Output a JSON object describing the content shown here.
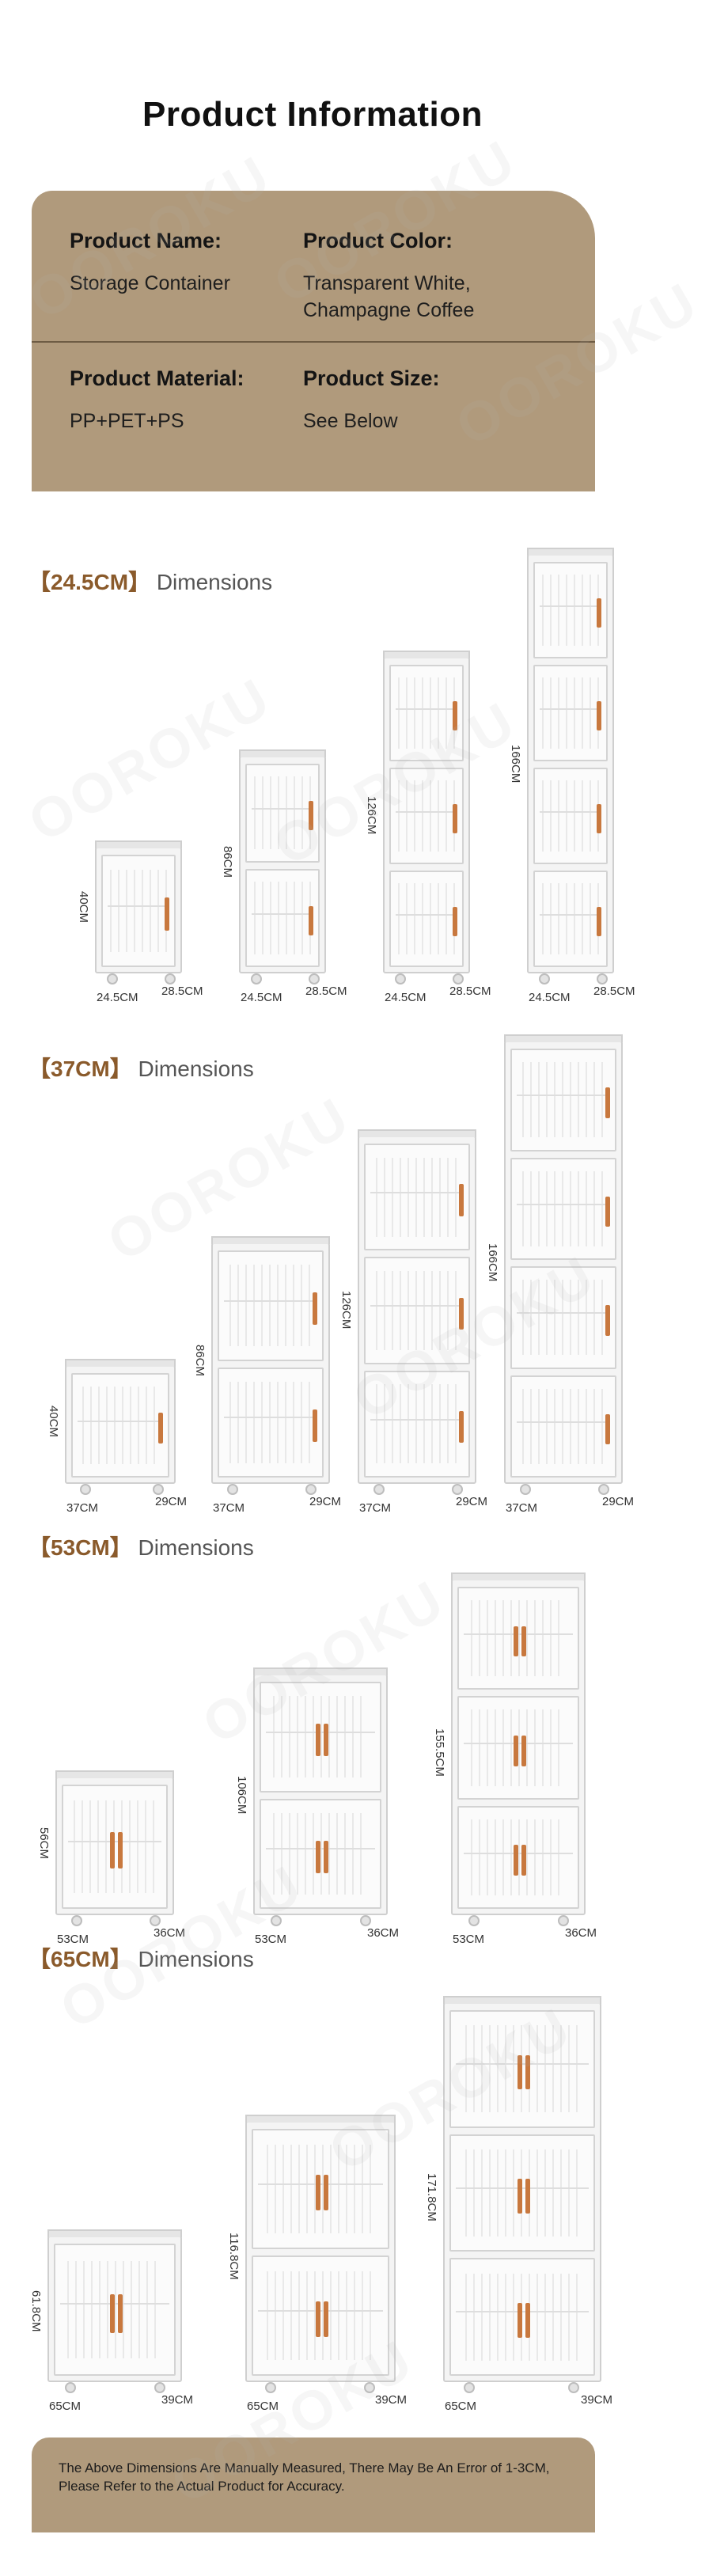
{
  "page_title": "Product Information",
  "info": {
    "name_label": "Product Name:",
    "name_value": "Storage Container",
    "color_label": "Product Color:",
    "color_value_1": "Transparent White,",
    "color_value_2": "Champagne Coffee",
    "material_label": "Product Material:",
    "material_value": "PP+PET+PS",
    "size_label": "Product Size:",
    "size_value": "See Below"
  },
  "watermark": "OOROKU",
  "sections": [
    {
      "size": "【24.5CM】",
      "word": "Dimensions",
      "cabinets": [
        {
          "height": "40CM",
          "width": "24.5CM",
          "depth": "28.5CM"
        },
        {
          "height": "86CM",
          "width": "24.5CM",
          "depth": "28.5CM"
        },
        {
          "height": "126CM",
          "width": "24.5CM",
          "depth": "28.5CM"
        },
        {
          "height": "166CM",
          "width": "24.5CM",
          "depth": "28.5CM"
        }
      ]
    },
    {
      "size": "【37CM】",
      "word": "Dimensions",
      "cabinets": [
        {
          "height": "40CM",
          "width": "37CM",
          "depth": "29CM"
        },
        {
          "height": "86CM",
          "width": "37CM",
          "depth": "29CM"
        },
        {
          "height": "126CM",
          "width": "37CM",
          "depth": "29CM"
        },
        {
          "height": "166CM",
          "width": "37CM",
          "depth": "29CM"
        }
      ]
    },
    {
      "size": "【53CM】",
      "word": "Dimensions",
      "cabinets": [
        {
          "height": "56CM",
          "width": "53CM",
          "depth": "36CM"
        },
        {
          "height": "106CM",
          "width": "53CM",
          "depth": "36CM"
        },
        {
          "height": "155.5CM",
          "width": "53CM",
          "depth": "36CM"
        }
      ]
    },
    {
      "size": "【65CM】",
      "word": "Dimensions",
      "cabinets": [
        {
          "height": "61.8CM",
          "width": "65CM",
          "depth": "39CM"
        },
        {
          "height": "116.8CM",
          "width": "65CM",
          "depth": "39CM"
        },
        {
          "height": "171.8CM",
          "width": "65CM",
          "depth": "39CM"
        }
      ]
    }
  ],
  "footer": {
    "line_1": "The Above Dimensions Are Manually Measured, There May Be An Error of 1-3CM,",
    "line_2": "Please Refer to the Actual Product for Accuracy."
  },
  "colors": {
    "brand_brown": "#b09a7c",
    "handle_orange": "#c8783e",
    "size_label": "#8a5a2b"
  }
}
